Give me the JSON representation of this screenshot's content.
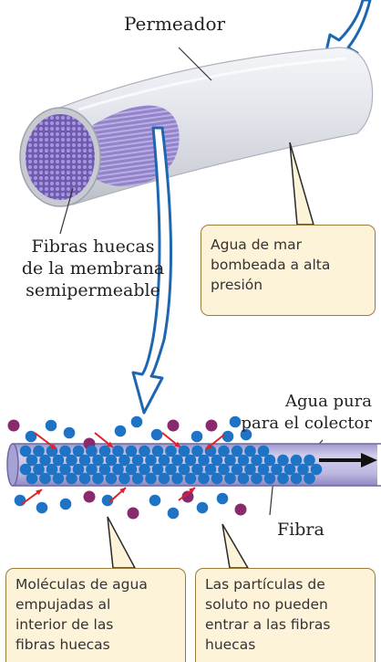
{
  "labels": {
    "permeator": "Permeador",
    "hollow_fibers": [
      "Fibras huecas",
      "de la membrana",
      "semipermeable"
    ],
    "pure_water": [
      "Agua pura",
      "para el colector"
    ],
    "fiber": "Fibra"
  },
  "callouts": {
    "seawater": [
      "Agua de mar",
      "bombeada a alta",
      "presión"
    ],
    "water_molecules": [
      "Moléculas de agua",
      "empujadas al",
      "interior de las",
      "fibras huecas"
    ],
    "solute_particles": [
      "Las partículas de",
      "soluto no pueden",
      "entrar a las fibras",
      "huecas"
    ]
  },
  "colors": {
    "cylinder_body": "#e4e6ec",
    "fiber_bundle": "#7a66b8",
    "flow_arrow": "#1e66b0",
    "fiber_tube": "#b8b3dc",
    "water_molecule": "#1f73c4",
    "solute_particle": "#8a2a6e",
    "push_arrow": "#e0202a",
    "callout_fill": "#fdf3d9",
    "callout_border": "#9b7b3a"
  }
}
